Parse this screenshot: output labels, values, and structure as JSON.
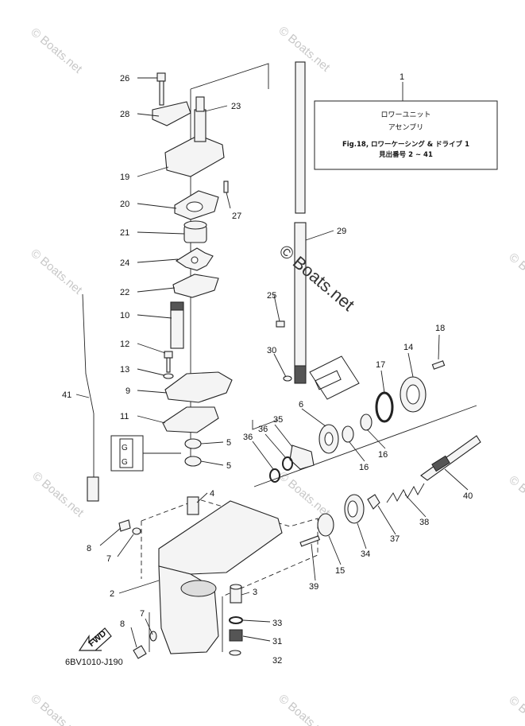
{
  "watermarks": [
    "© Boats.net",
    "© Boats.net",
    "© Boats.net",
    "© Boats.net",
    "© Boats.net",
    "© Boats.net",
    "© Boats.net",
    "© Boats.net",
    "© Boats.net",
    "© Boats.net"
  ],
  "center_watermark": "© Boats.net",
  "info_box": {
    "line1": "ロワーユニット",
    "line2": "アセンブリ",
    "line3": "Fig.18, ロワーケーシング & ドライブ 1",
    "line4": "見出番号 2 ~ 41"
  },
  "callouts": {
    "c1": "1",
    "c2": "2",
    "c3": "3",
    "c4": "4",
    "c5a": "5",
    "c5b": "5",
    "c6": "6",
    "c7a": "7",
    "c7b": "7",
    "c8a": "8",
    "c8b": "8",
    "c9": "9",
    "c10": "10",
    "c11": "11",
    "c12": "12",
    "c13": "13",
    "c14": "14",
    "c15": "15",
    "c16a": "16",
    "c16b": "16",
    "c17": "17",
    "c18": "18",
    "c19": "19",
    "c20": "20",
    "c21": "21",
    "c22": "22",
    "c23": "23",
    "c24": "24",
    "c25": "25",
    "c26": "26",
    "c27": "27",
    "c28": "28",
    "c29": "29",
    "c30": "30",
    "c31": "31",
    "c32": "32",
    "c33": "33",
    "c34": "34",
    "c35": "35",
    "c36a": "36",
    "c36b": "36",
    "c37": "37",
    "c38": "38",
    "c39": "39",
    "c40": "40",
    "c41": "41"
  },
  "fwd_label": "FWD",
  "diagram_code": "6BV1010-J190"
}
